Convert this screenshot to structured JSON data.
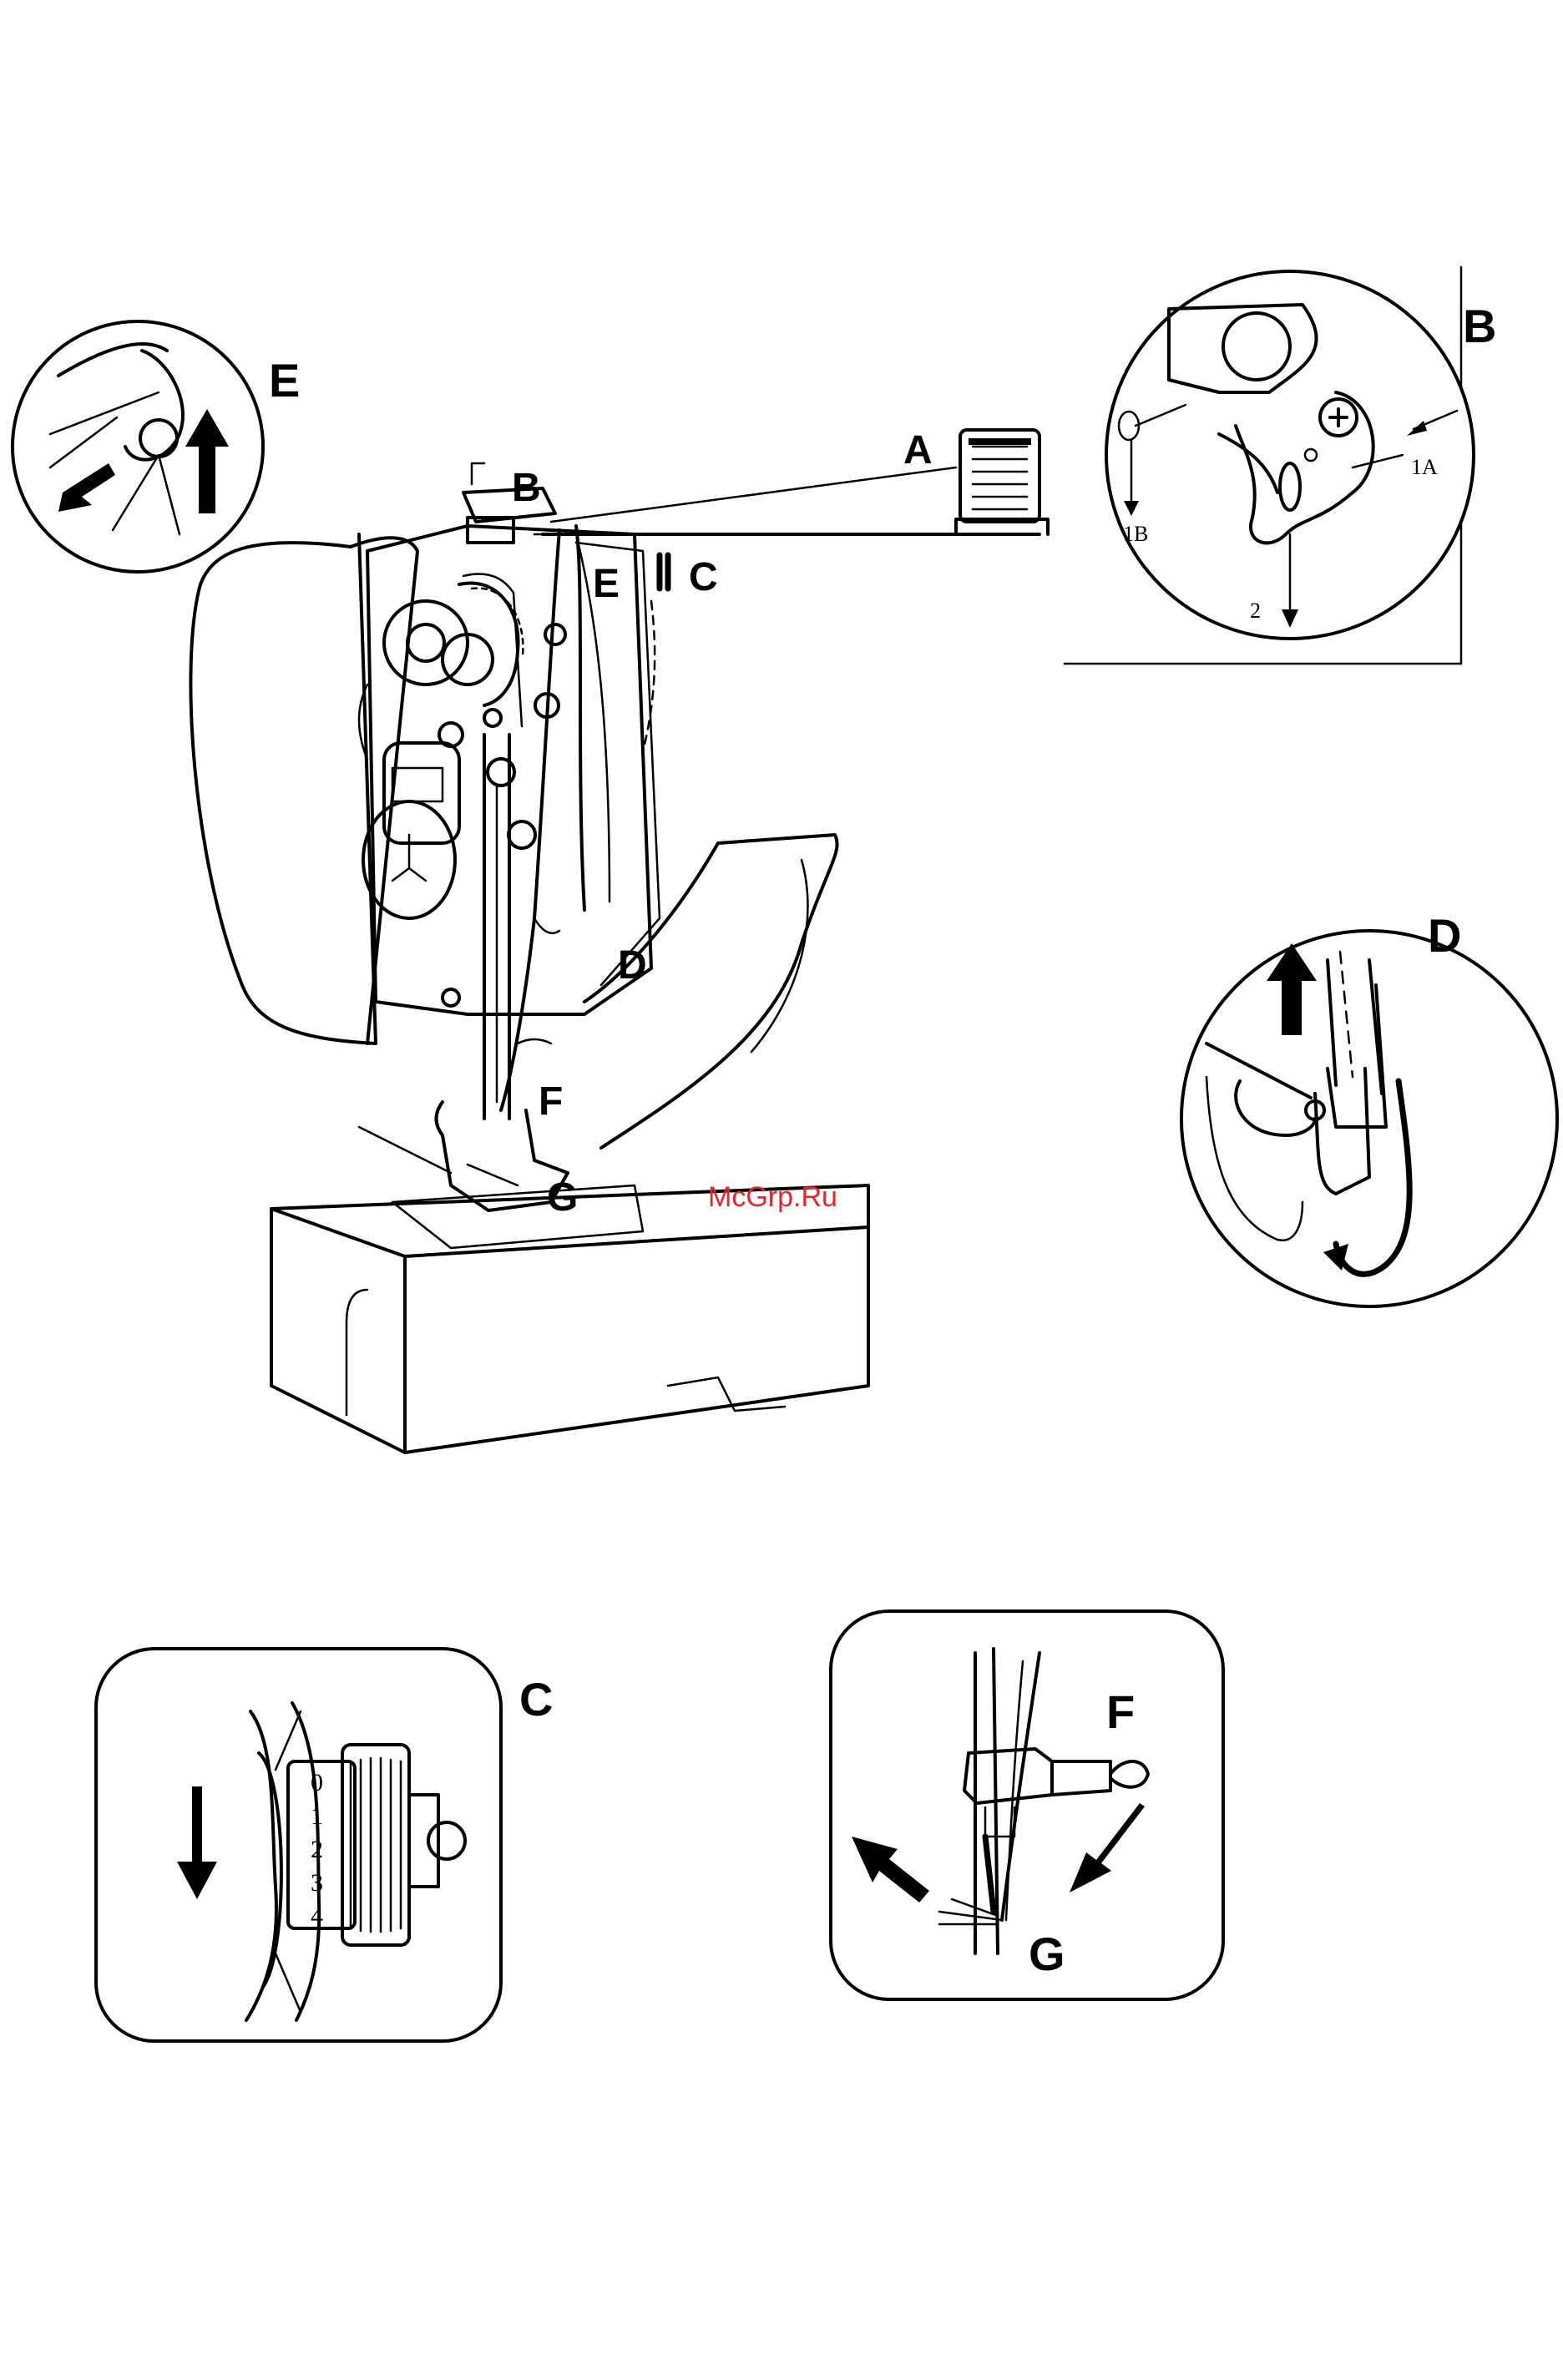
{
  "labels": {
    "A": "A",
    "B": "B",
    "C": "C",
    "D": "D",
    "E": "E",
    "F": "F",
    "G": "G"
  },
  "detail_B": {
    "title": "B",
    "step_1A": "1A",
    "step_1B": "1B",
    "step_2": "2"
  },
  "detail_C": {
    "title": "C",
    "dial_numbers": [
      "0",
      "1",
      "2",
      "3",
      "4"
    ]
  },
  "detail_D": {
    "title": "D"
  },
  "detail_E": {
    "title": "E"
  },
  "detail_FG": {
    "title_F": "F",
    "title_G": "G"
  },
  "watermark": "McGrp.Ru"
}
